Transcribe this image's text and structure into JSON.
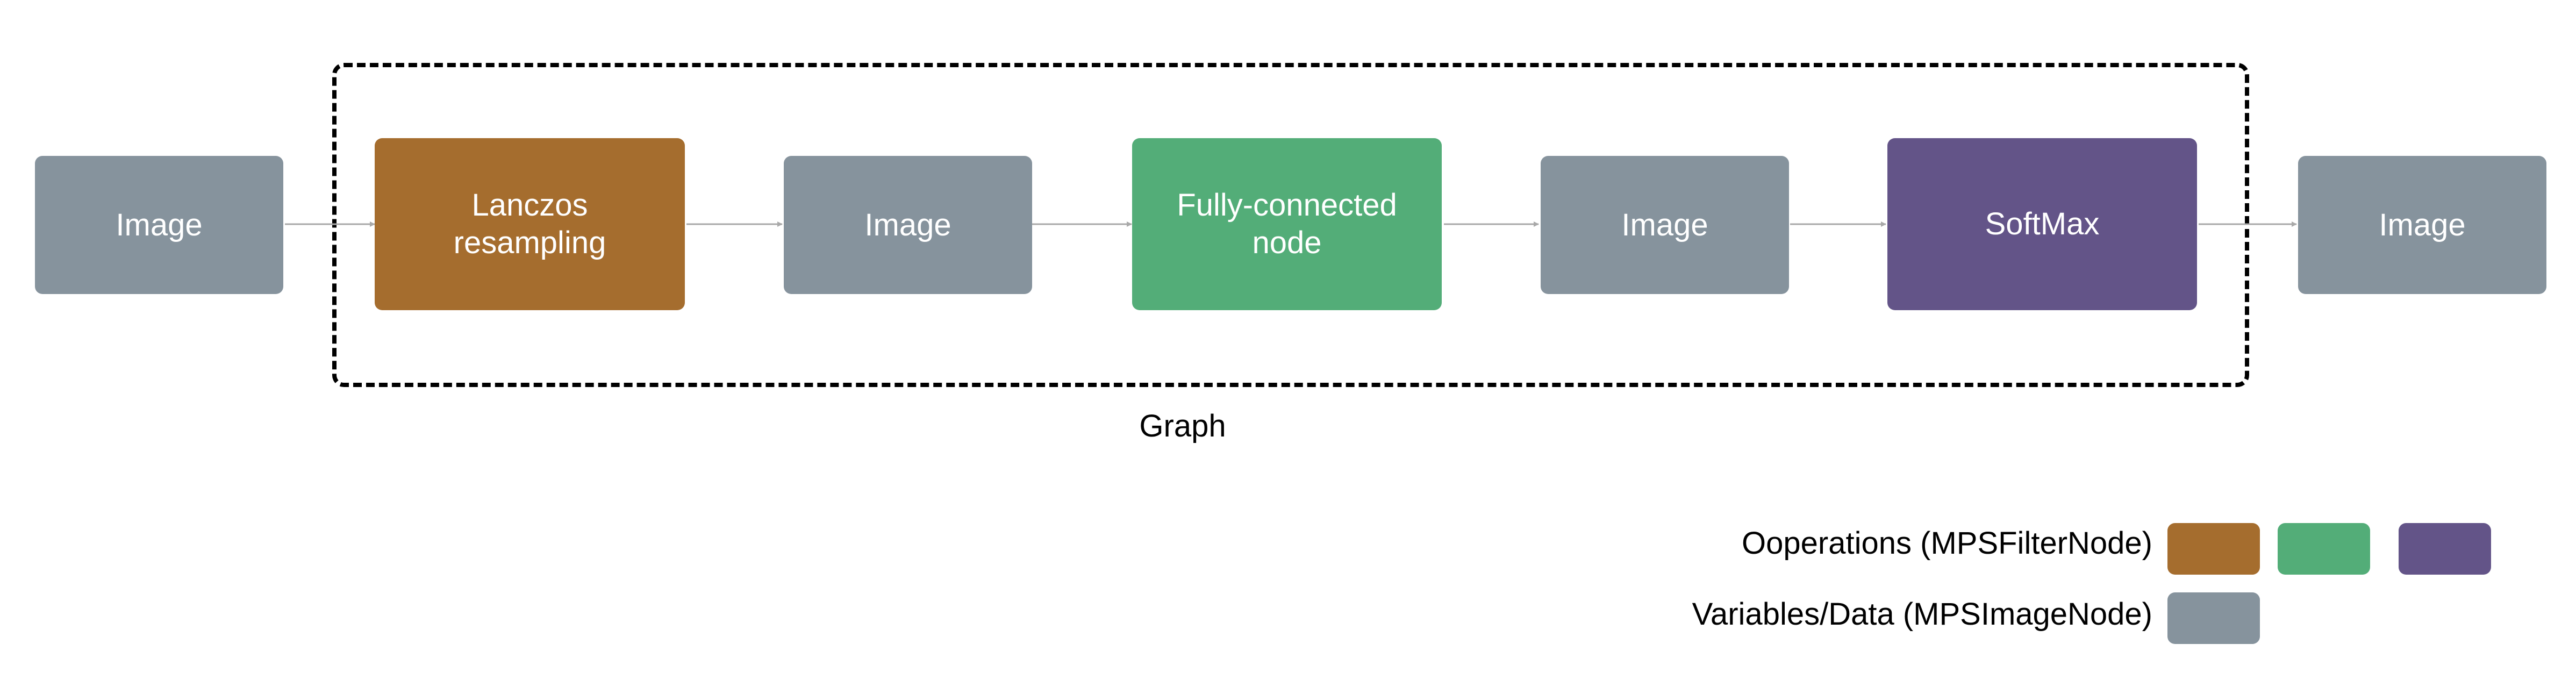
{
  "colors": {
    "image": "#86939d",
    "lanczos": "#a56d2e",
    "fully_connected": "#53ad78",
    "softmax": "#635488",
    "edge": "#a9a9a9"
  },
  "nodes": {
    "image_1": "Image",
    "lanczos": "Lanczos\nresampling",
    "image_2": "Image",
    "fully_connected": "Fully-connected\nnode",
    "image_3": "Image",
    "softmax": "SoftMax",
    "image_4": "Image"
  },
  "graph": {
    "label": "Graph"
  },
  "legend": {
    "operations_label": "Ooperations (MPSFilterNode)",
    "variables_label": "Variables/Data (MPSImageNode)"
  }
}
